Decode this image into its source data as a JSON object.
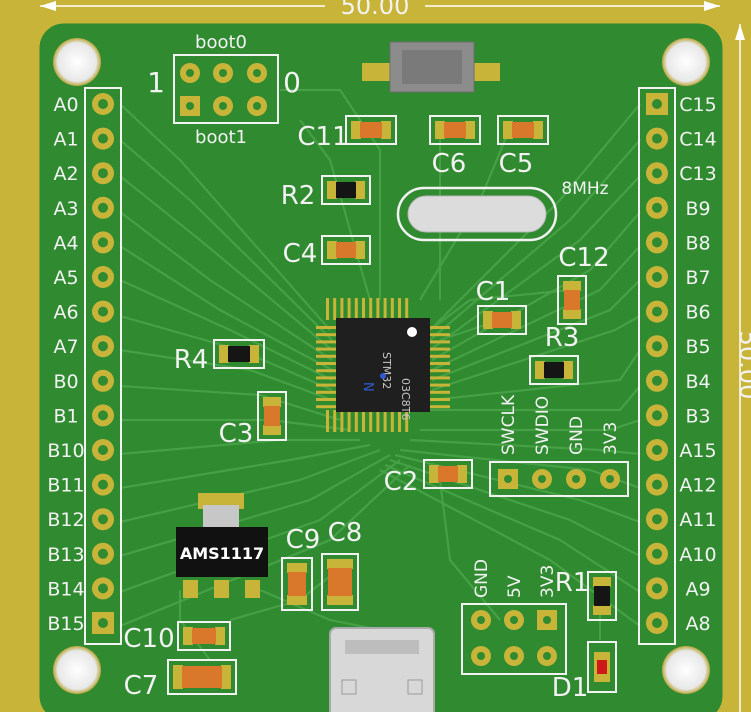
{
  "dimension": {
    "top": "50.00",
    "right": "50.00"
  },
  "boot": {
    "top_label": "boot0",
    "bottom_label": "boot1",
    "left_digit": "1",
    "right_digit": "0"
  },
  "left_header": [
    "A0",
    "A1",
    "A2",
    "A3",
    "A4",
    "A5",
    "A6",
    "A7",
    "B0",
    "B1",
    "B10",
    "B11",
    "B12",
    "B13",
    "B14",
    "B15"
  ],
  "right_header": [
    "C15",
    "C14",
    "C13",
    "B9",
    "B8",
    "B7",
    "B6",
    "B5",
    "B4",
    "B3",
    "A15",
    "A12",
    "A11",
    "A10",
    "A9",
    "A8"
  ],
  "designators": {
    "c11": "C11",
    "c6": "C6",
    "c5": "C5",
    "r2": "R2",
    "c4": "C4",
    "c12": "C12",
    "c1": "C1",
    "r3": "R3",
    "r4": "R4",
    "c3": "C3",
    "c2": "C2",
    "c9": "C9",
    "c8": "C8",
    "c10": "C10",
    "c7": "C7",
    "r1": "R1",
    "d1": "D1"
  },
  "crystal": {
    "label": "8MHz"
  },
  "mcu": {
    "line1": "STM32",
    "line2": "03C8T6",
    "mark": "N"
  },
  "regulator": {
    "label": "AMS1117"
  },
  "swd_header": [
    "SWCLK",
    "SWDIO",
    "GND",
    "3V3"
  ],
  "power_header": [
    "GND",
    "5V",
    "3V3"
  ],
  "colors": {
    "board": "#2f8a30",
    "trace": "#4aa34a",
    "silk": "#f2f2f2",
    "pad": "#c9b43a",
    "outer": "#c9b43a",
    "cap": "#d9782a"
  }
}
